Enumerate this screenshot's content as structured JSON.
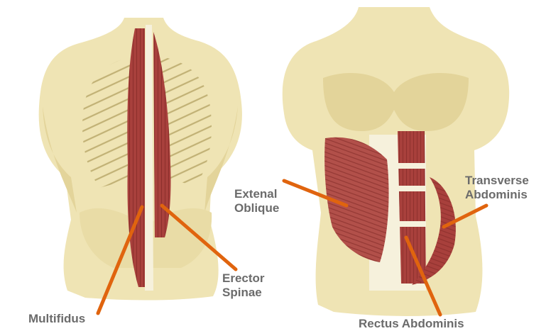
{
  "labels": {
    "multifidus": [
      "Multifidus"
    ],
    "erector_spinae": [
      "Erector",
      "Spinae"
    ],
    "external_oblique": [
      "Extenal",
      "Oblique"
    ],
    "transverse_abdominis": [
      "Transverse",
      "Abdominis"
    ],
    "rectus_abdominis": [
      "Rectus Abdominis"
    ]
  },
  "colors": {
    "skin": "#efe4b4",
    "skin_shade": "#e3d49a",
    "muscle": "#a8403c",
    "muscle_light": "#c9786c",
    "leader_line": "#e0640e",
    "label_text": "#6b6b6b"
  }
}
